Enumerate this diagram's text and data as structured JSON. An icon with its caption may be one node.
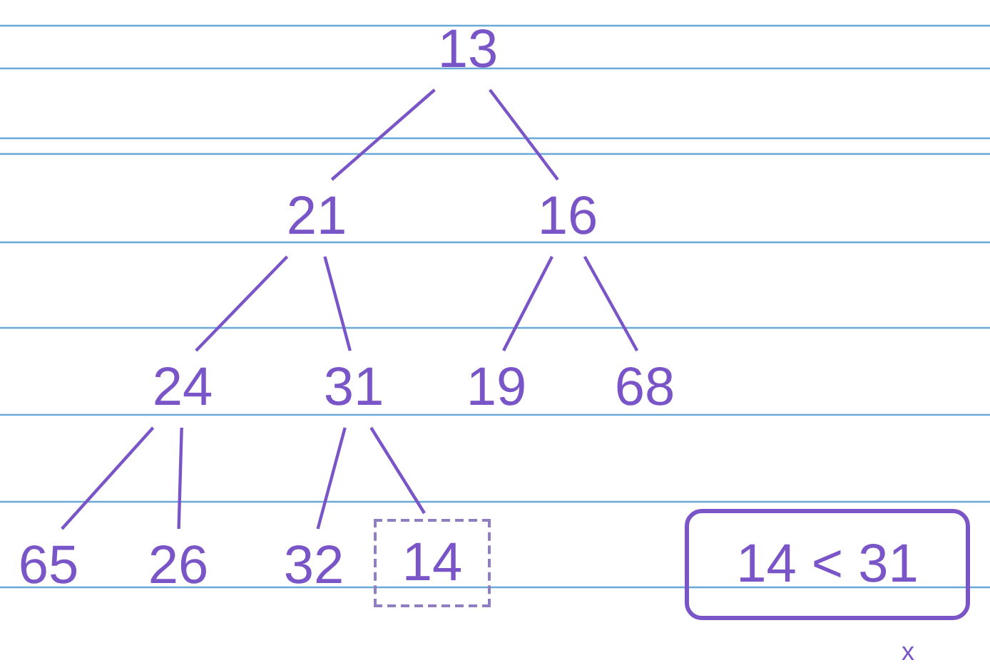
{
  "diagram": {
    "nodes": [
      {
        "text": [
          "13"
        ]
      },
      {
        "text": [
          "21"
        ]
      },
      {
        "text": [
          "16"
        ]
      },
      {
        "text": [
          "24"
        ]
      },
      {
        "text": [
          "31"
        ]
      },
      {
        "text": [
          "19"
        ]
      },
      {
        "text": [
          "68"
        ]
      },
      {
        "text": [
          "65"
        ]
      },
      {
        "text": [
          "26"
        ]
      },
      {
        "text": [
          "32"
        ]
      },
      {
        "text": [
          "14"
        ]
      },
      {
        "text": [
          "14 < 31"
        ]
      }
    ],
    "edges": [
      {
        "from": 0,
        "to": 1,
        "arrow": "none"
      },
      {
        "from": 0,
        "to": 2,
        "arrow": "none"
      },
      {
        "from": 1,
        "to": 3,
        "arrow": "none"
      },
      {
        "from": 1,
        "to": 4,
        "arrow": "none"
      },
      {
        "from": 2,
        "to": 5,
        "arrow": "none"
      },
      {
        "from": 2,
        "to": 6,
        "arrow": "none"
      },
      {
        "from": 3,
        "to": 7,
        "arrow": "none"
      },
      {
        "from": 3,
        "to": 8,
        "arrow": "none"
      },
      {
        "from": 4,
        "to": 9,
        "arrow": "none"
      },
      {
        "from": 4,
        "to": 10,
        "arrow": "none"
      }
    ],
    "labels": [
      "x"
    ]
  }
}
